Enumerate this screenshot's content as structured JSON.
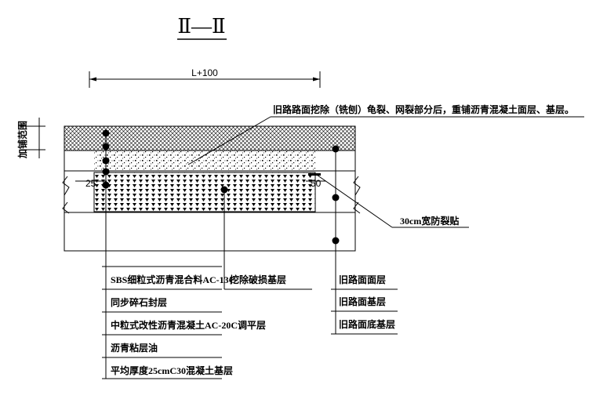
{
  "title": "Ⅱ—Ⅱ",
  "dimensions": {
    "width_label": "L+100",
    "left_offset": "25",
    "right_offset": "50"
  },
  "side_label": "加铺范围",
  "annotations": {
    "top_note": "旧路路面挖除（铣刨）龟裂、网裂部分后，重铺沥青混凝土面层、基层。",
    "crack_strip": "30cm宽防裂贴",
    "excavation": "挖除破损基层"
  },
  "left_legend": [
    "SBS细粒式沥青混合料AC-13C",
    "同步碎石封层",
    "中粒式改性沥青混凝土AC-20C调平层",
    "沥青粘层油",
    "平均厚度25cmC30混凝土基层"
  ],
  "right_legend": [
    "旧路面面层",
    "旧路面基层",
    "旧路面底基层"
  ],
  "colors": {
    "line": "#000000",
    "background": "#ffffff"
  }
}
